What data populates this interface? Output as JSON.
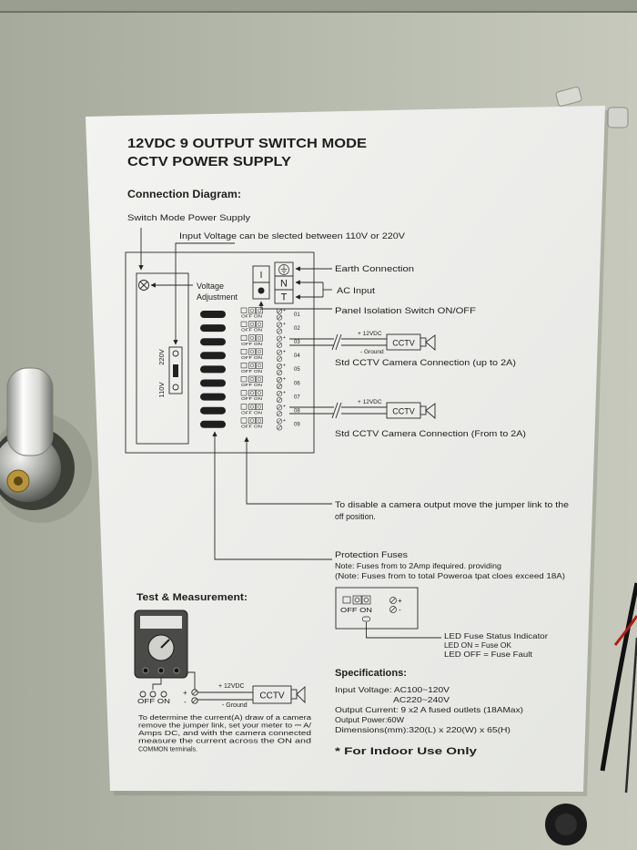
{
  "document": {
    "title_line1": "12VDC 9 OUTPUT SWITCH MODE",
    "title_line2": "CCTV POWER SUPPLY"
  },
  "connection_diagram": {
    "heading": "Connection Diagram:",
    "psu_label": "Switch Mode Power Supply",
    "input_voltage_note": "Input Voltage can be slected between 110V or 220V",
    "voltage_adjustment_line1": "Voltage",
    "voltage_adjustment_line2": "Adjustment",
    "selector_220": "220V",
    "selector_110": "110V",
    "switch_on_symbol": "I",
    "terminal_n": "N",
    "terminal_t": "T",
    "earth_connection": "Earth Connection",
    "ac_input": "AC Input",
    "panel_isolation": "Panel Isolation Switch ON/OFF",
    "outputs": [
      "01",
      "02",
      "03",
      "04",
      "05",
      "06",
      "07",
      "08",
      "09"
    ],
    "fuse_switch_label": "OFF ON",
    "plus_sign": "+",
    "minus_sign": "-",
    "camera_1": {
      "plus_label": "+ 12VDC",
      "ground_label": "- Ground",
      "device": "CCTV",
      "caption": "Std CCTV Camera Connection (up to 2A)"
    },
    "camera_2": {
      "plus_label": "+ 12VDC",
      "device": "CCTV",
      "caption": "Std CCTV Camera Connection (From to 2A)"
    },
    "jumper_note_line1": "To disable a camera output move the jumper link to the",
    "jumper_note_line2": "off position.",
    "protection_fuses": {
      "heading": "Protection Fuses",
      "note_line1": "Note: Fuses from to 2Amp ifequired. providing",
      "note_line2": "(Note: Fuses from to total Poweroa tpat cloes exceed 18A)"
    },
    "fuse_detail": {
      "switch_label": "OFF  ON"
    },
    "led_indicator": {
      "line1": "LED Fuse Status Indicator",
      "line2": "LED ON  = Fuse OK",
      "line3": "LED OFF = Fuse Fault"
    }
  },
  "test": {
    "heading": "Test & Measurement:",
    "switch_label": "OFF  ON",
    "plus_label": "+ 12VDC",
    "ground_label": "- Ground",
    "device": "CCTV",
    "paragraph": [
      "To determine the current(A) draw of a camera",
      "remove the jumper link, set your meter to ⎓ A/",
      "Amps DC, and with the camera connected",
      "measure the current across the ON and",
      "COMMON terminals."
    ]
  },
  "specifications": {
    "heading": "Specifications:",
    "input_voltage": "Input Voltage: AC100~120V",
    "input_voltage_alt": "AC220~240V",
    "output_current": "Output Current: 9 x2  A fused outlets (18AMax)",
    "output_power": "Output Power:60W",
    "dimensions": "Dimensions(mm):320(L) x 220(W) x 65(H)"
  },
  "indoor_notice": "*  For Indoor Use Only",
  "colors": {
    "enclosure": "#b7bbad",
    "paper": "#f2f2f0",
    "ink": "#1e1e1e",
    "cable_red": "#b31b1b",
    "cable_black": "#111111",
    "latch_chrome": "#e8e9e7",
    "key_brass": "#b8953c"
  }
}
